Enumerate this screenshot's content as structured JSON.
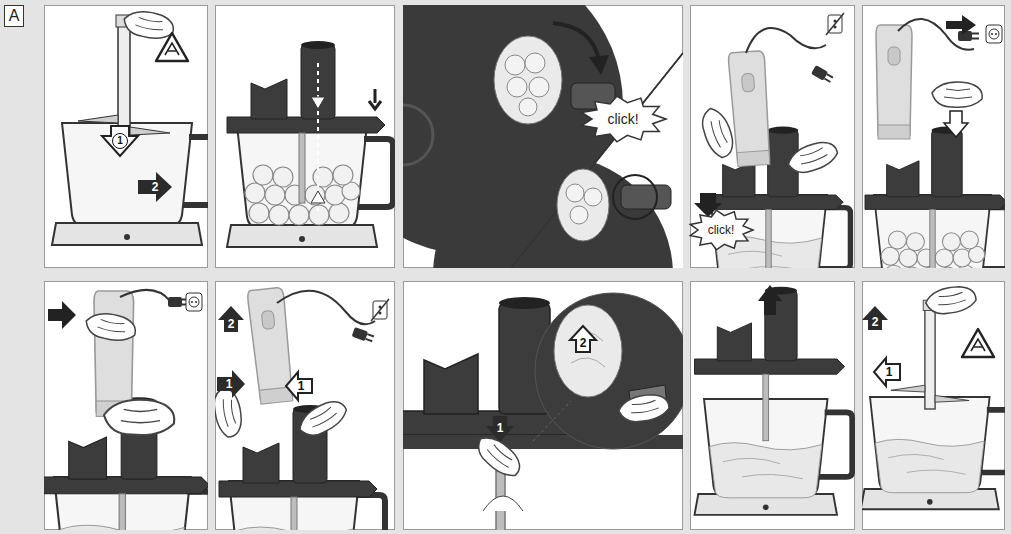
{
  "diagram": {
    "nodes": [
      {
        "text": [
          "A"
        ]
      },
      {
        "text": [
          "click!"
        ]
      },
      {
        "text": [
          "click!"
        ]
      }
    ],
    "labels": [
      "1",
      "2",
      "2",
      "1",
      "1",
      "2",
      "1",
      "2",
      "1"
    ]
  }
}
